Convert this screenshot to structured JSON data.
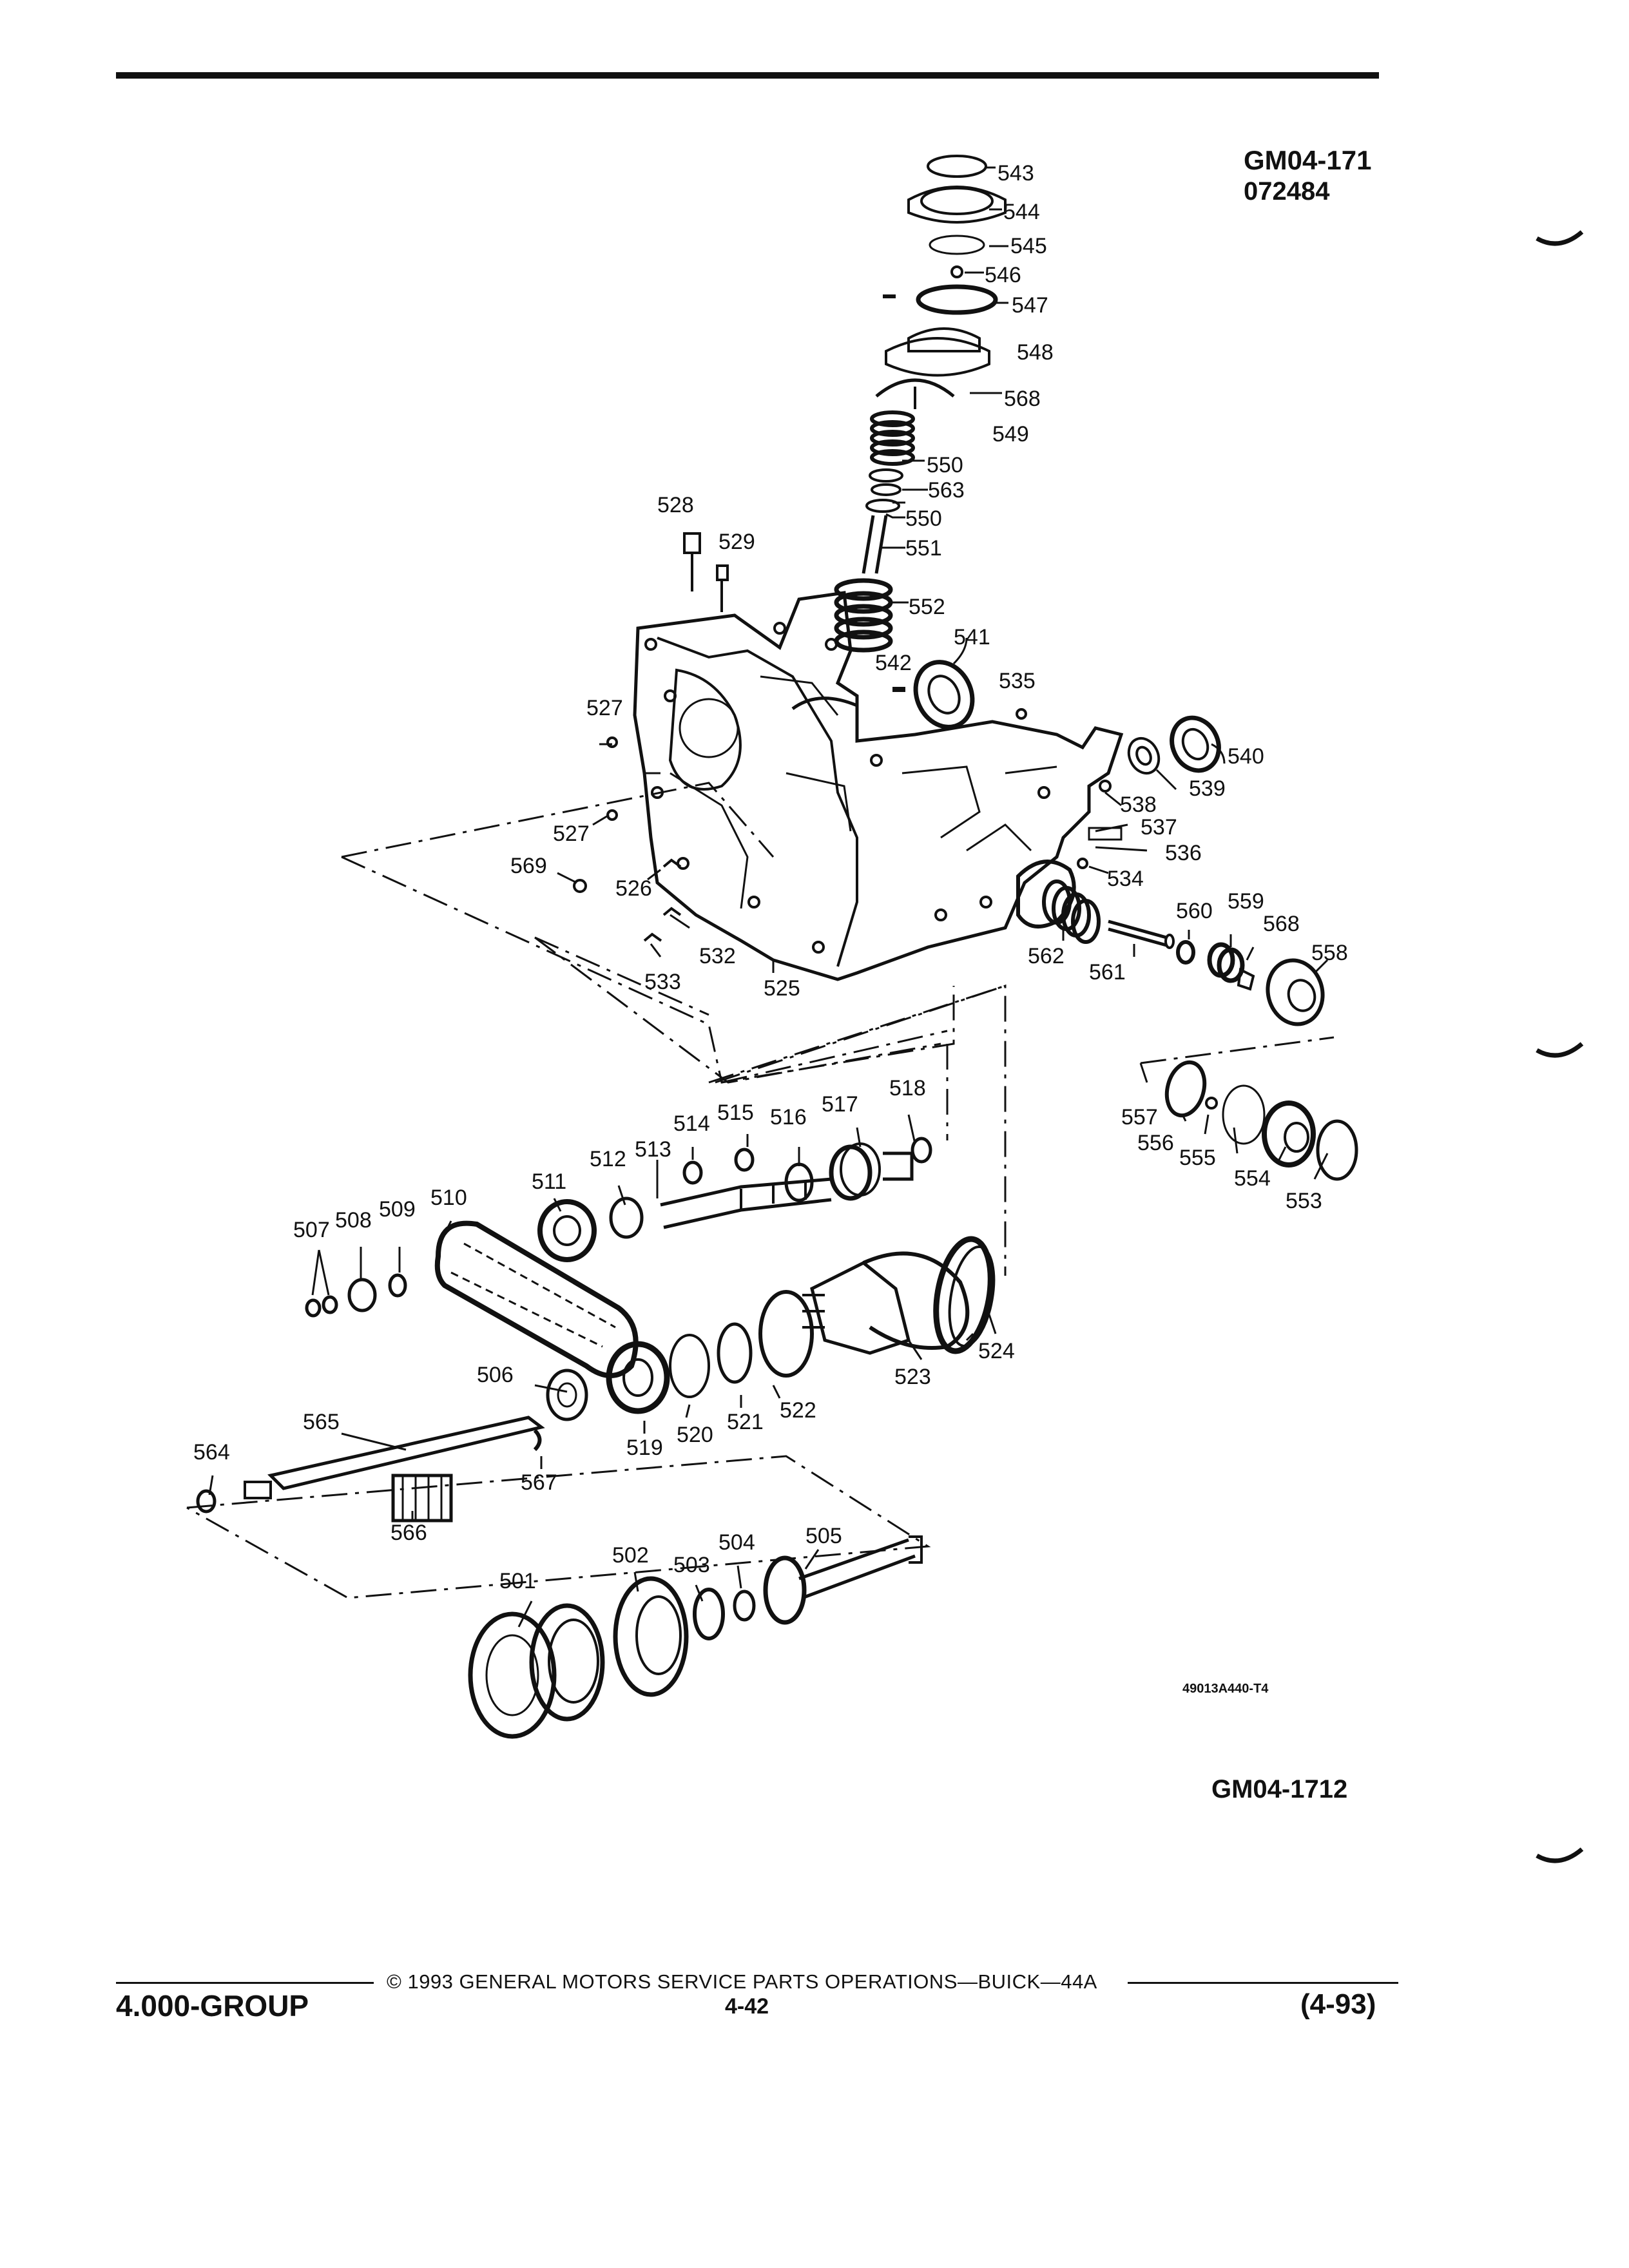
{
  "figure": {
    "code_primary": "GM04-171",
    "code_secondary": "072484",
    "illustration_code": "49013A440-T4",
    "page_code": "GM04-1712"
  },
  "callouts": [
    {
      "id": "543",
      "label": "543"
    },
    {
      "id": "544",
      "label": "544"
    },
    {
      "id": "545",
      "label": "545"
    },
    {
      "id": "546",
      "label": "546"
    },
    {
      "id": "547",
      "label": "547"
    },
    {
      "id": "548",
      "label": "548"
    },
    {
      "id": "568a",
      "label": "568"
    },
    {
      "id": "549",
      "label": "549"
    },
    {
      "id": "550a",
      "label": "550"
    },
    {
      "id": "563",
      "label": "563"
    },
    {
      "id": "550b",
      "label": "550"
    },
    {
      "id": "551",
      "label": "551"
    },
    {
      "id": "552",
      "label": "552"
    },
    {
      "id": "528",
      "label": "528"
    },
    {
      "id": "529",
      "label": "529"
    },
    {
      "id": "541",
      "label": "541"
    },
    {
      "id": "542",
      "label": "542"
    },
    {
      "id": "535",
      "label": "535"
    },
    {
      "id": "527a",
      "label": "527"
    },
    {
      "id": "540",
      "label": "540"
    },
    {
      "id": "539",
      "label": "539"
    },
    {
      "id": "538",
      "label": "538"
    },
    {
      "id": "537",
      "label": "537"
    },
    {
      "id": "536",
      "label": "536"
    },
    {
      "id": "527b",
      "label": "527"
    },
    {
      "id": "569",
      "label": "569"
    },
    {
      "id": "526",
      "label": "526"
    },
    {
      "id": "534",
      "label": "534"
    },
    {
      "id": "560",
      "label": "560"
    },
    {
      "id": "559",
      "label": "559"
    },
    {
      "id": "568b",
      "label": "568"
    },
    {
      "id": "558",
      "label": "558"
    },
    {
      "id": "562",
      "label": "562"
    },
    {
      "id": "561",
      "label": "561"
    },
    {
      "id": "532",
      "label": "532"
    },
    {
      "id": "533",
      "label": "533"
    },
    {
      "id": "525",
      "label": "525"
    },
    {
      "id": "518",
      "label": "518"
    },
    {
      "id": "517",
      "label": "517"
    },
    {
      "id": "516",
      "label": "516"
    },
    {
      "id": "515",
      "label": "515"
    },
    {
      "id": "514",
      "label": "514"
    },
    {
      "id": "513",
      "label": "513"
    },
    {
      "id": "512",
      "label": "512"
    },
    {
      "id": "511",
      "label": "511"
    },
    {
      "id": "510",
      "label": "510"
    },
    {
      "id": "509",
      "label": "509"
    },
    {
      "id": "508",
      "label": "508"
    },
    {
      "id": "507",
      "label": "507"
    },
    {
      "id": "557",
      "label": "557"
    },
    {
      "id": "556",
      "label": "556"
    },
    {
      "id": "555",
      "label": "555"
    },
    {
      "id": "554",
      "label": "554"
    },
    {
      "id": "553",
      "label": "553"
    },
    {
      "id": "524",
      "label": "524"
    },
    {
      "id": "523",
      "label": "523"
    },
    {
      "id": "522",
      "label": "522"
    },
    {
      "id": "521",
      "label": "521"
    },
    {
      "id": "520",
      "label": "520"
    },
    {
      "id": "519",
      "label": "519"
    },
    {
      "id": "506",
      "label": "506"
    },
    {
      "id": "565",
      "label": "565"
    },
    {
      "id": "564",
      "label": "564"
    },
    {
      "id": "567",
      "label": "567"
    },
    {
      "id": "566",
      "label": "566"
    },
    {
      "id": "501",
      "label": "501"
    },
    {
      "id": "502",
      "label": "502"
    },
    {
      "id": "503",
      "label": "503"
    },
    {
      "id": "504",
      "label": "504"
    },
    {
      "id": "505",
      "label": "505"
    }
  ],
  "footer": {
    "copyright": "© 1993 GENERAL MOTORS SERVICE PARTS OPERATIONS—BUICK—44A",
    "group": "4.000-GROUP",
    "page_number": "4-42",
    "date": "(4-93)"
  }
}
